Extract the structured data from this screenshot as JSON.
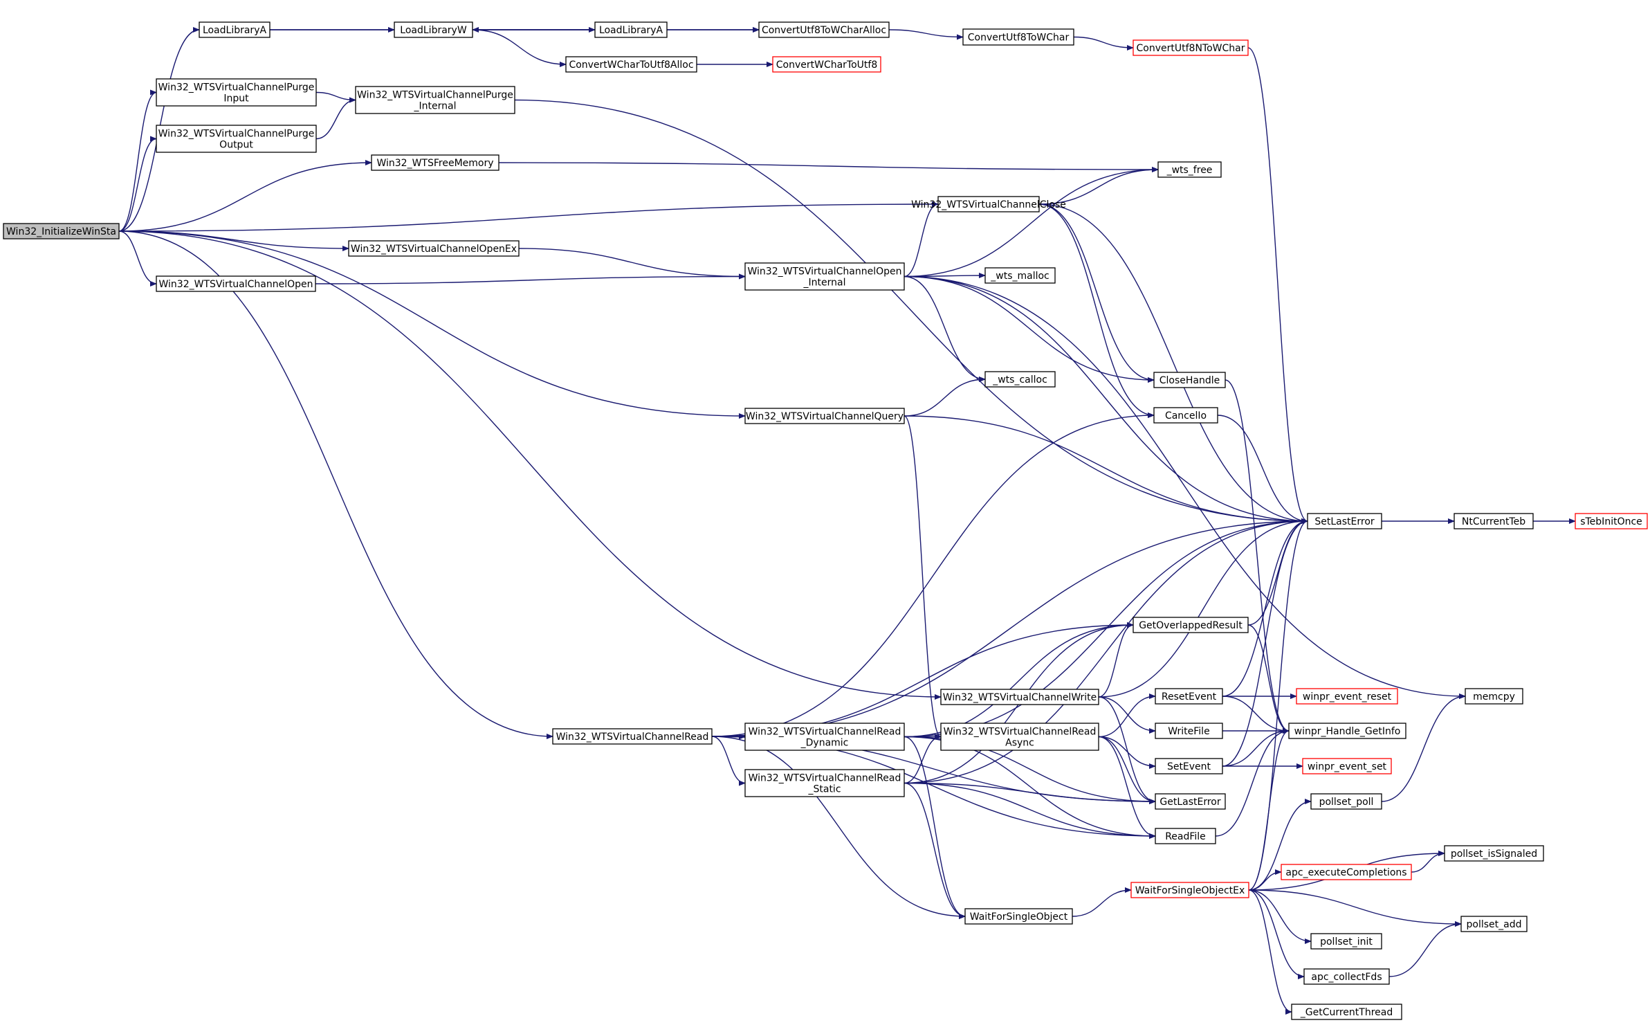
{
  "colors": {
    "edge": "#191970",
    "node_border": "#000000",
    "node_border_incomplete": "#ff0000",
    "root_fill": "#bfbfbf"
  },
  "nodes": [
    {
      "id": "root",
      "lines": [
        "Win32_InitializeWinSta"
      ],
      "root": true
    },
    {
      "id": "loadA1",
      "lines": [
        "LoadLibraryA"
      ]
    },
    {
      "id": "loadW",
      "lines": [
        "LoadLibraryW"
      ]
    },
    {
      "id": "loadA2",
      "lines": [
        "LoadLibraryA"
      ]
    },
    {
      "id": "cu8wca",
      "lines": [
        "ConvertUtf8ToWCharAlloc"
      ]
    },
    {
      "id": "cu8wc",
      "lines": [
        "ConvertUtf8ToWChar"
      ]
    },
    {
      "id": "cu8nwc",
      "lines": [
        "ConvertUtf8NToWChar"
      ],
      "incomplete": true
    },
    {
      "id": "cwcu8a",
      "lines": [
        "ConvertWCharToUtf8Alloc"
      ]
    },
    {
      "id": "cwcu8",
      "lines": [
        "ConvertWCharToUtf8"
      ],
      "incomplete": true
    },
    {
      "id": "purgeIn",
      "lines": [
        "Win32_WTSVirtualChannelPurge",
        "Input"
      ]
    },
    {
      "id": "purgeOut",
      "lines": [
        "Win32_WTSVirtualChannelPurge",
        "Output"
      ]
    },
    {
      "id": "purgeInt",
      "lines": [
        "Win32_WTSVirtualChannelPurge",
        "_Internal"
      ]
    },
    {
      "id": "freeMem",
      "lines": [
        "Win32_WTSFreeMemory"
      ]
    },
    {
      "id": "wtsFree",
      "lines": [
        "_wts_free"
      ]
    },
    {
      "id": "vcClose",
      "lines": [
        "Win32_WTSVirtualChannelClose"
      ]
    },
    {
      "id": "openEx",
      "lines": [
        "Win32_WTSVirtualChannelOpenEx"
      ]
    },
    {
      "id": "open",
      "lines": [
        "Win32_WTSVirtualChannelOpen"
      ]
    },
    {
      "id": "openInt",
      "lines": [
        "Win32_WTSVirtualChannelOpen",
        "_Internal"
      ]
    },
    {
      "id": "wtsMalloc",
      "lines": [
        "_wts_malloc"
      ]
    },
    {
      "id": "wtsCalloc",
      "lines": [
        "_wts_calloc"
      ]
    },
    {
      "id": "closeHandle",
      "lines": [
        "CloseHandle"
      ]
    },
    {
      "id": "cancelIo",
      "lines": [
        "CancelIo"
      ]
    },
    {
      "id": "query",
      "lines": [
        "Win32_WTSVirtualChannelQuery"
      ]
    },
    {
      "id": "setLastError",
      "lines": [
        "SetLastError"
      ]
    },
    {
      "id": "ntTeb",
      "lines": [
        "NtCurrentTeb"
      ]
    },
    {
      "id": "sTeb",
      "lines": [
        "sTebInitOnce"
      ],
      "incomplete": true
    },
    {
      "id": "getOvl",
      "lines": [
        "GetOverlappedResult"
      ]
    },
    {
      "id": "vcWrite",
      "lines": [
        "Win32_WTSVirtualChannelWrite"
      ]
    },
    {
      "id": "vcRead",
      "lines": [
        "Win32_WTSVirtualChannelRead"
      ]
    },
    {
      "id": "readDyn",
      "lines": [
        "Win32_WTSVirtualChannelRead",
        "_Dynamic"
      ]
    },
    {
      "id": "readStat",
      "lines": [
        "Win32_WTSVirtualChannelRead",
        "_Static"
      ]
    },
    {
      "id": "readAsync",
      "lines": [
        "Win32_WTSVirtualChannelRead",
        "Async"
      ]
    },
    {
      "id": "resetEvent",
      "lines": [
        "ResetEvent"
      ]
    },
    {
      "id": "writeFile",
      "lines": [
        "WriteFile"
      ]
    },
    {
      "id": "setEvent",
      "lines": [
        "SetEvent"
      ]
    },
    {
      "id": "getLastError",
      "lines": [
        "GetLastError"
      ]
    },
    {
      "id": "readFile",
      "lines": [
        "ReadFile"
      ]
    },
    {
      "id": "winprReset",
      "lines": [
        "winpr_event_reset"
      ],
      "incomplete": true
    },
    {
      "id": "winprHandle",
      "lines": [
        "winpr_Handle_GetInfo"
      ]
    },
    {
      "id": "winprSet",
      "lines": [
        "winpr_event_set"
      ],
      "incomplete": true
    },
    {
      "id": "memcpy",
      "lines": [
        "memcpy"
      ]
    },
    {
      "id": "pollsetPoll",
      "lines": [
        "pollset_poll"
      ]
    },
    {
      "id": "pollsetSig",
      "lines": [
        "pollset_isSignaled"
      ]
    },
    {
      "id": "apcExec",
      "lines": [
        "apc_executeCompletions"
      ],
      "incomplete": true
    },
    {
      "id": "wfsoEx",
      "lines": [
        "WaitForSingleObjectEx"
      ],
      "incomplete": true
    },
    {
      "id": "wfso",
      "lines": [
        "WaitForSingleObject"
      ]
    },
    {
      "id": "pollsetAdd",
      "lines": [
        "pollset_add"
      ]
    },
    {
      "id": "pollsetInit",
      "lines": [
        "pollset_init"
      ]
    },
    {
      "id": "apcCollect",
      "lines": [
        "apc_collectFds"
      ]
    },
    {
      "id": "getThread",
      "lines": [
        "_GetCurrentThread"
      ]
    }
  ],
  "edges": [
    [
      "root",
      "loadA1"
    ],
    [
      "root",
      "purgeIn"
    ],
    [
      "root",
      "purgeOut"
    ],
    [
      "root",
      "freeMem"
    ],
    [
      "root",
      "vcClose"
    ],
    [
      "root",
      "openEx"
    ],
    [
      "root",
      "open"
    ],
    [
      "root",
      "query"
    ],
    [
      "root",
      "vcWrite"
    ],
    [
      "root",
      "vcRead"
    ],
    [
      "loadA1",
      "loadW"
    ],
    [
      "loadA1",
      "cu8wca"
    ],
    [
      "loadW",
      "loadA2"
    ],
    [
      "loadW",
      "cwcu8a"
    ],
    [
      "loadA2",
      "loadW"
    ],
    [
      "loadA2",
      "cu8wca"
    ],
    [
      "cu8wca",
      "cu8wc"
    ],
    [
      "cu8wc",
      "cu8nwc"
    ],
    [
      "cu8nwc",
      "setLastError"
    ],
    [
      "cwcu8a",
      "cwcu8"
    ],
    [
      "purgeIn",
      "purgeInt"
    ],
    [
      "purgeOut",
      "purgeInt"
    ],
    [
      "purgeInt",
      "setLastError"
    ],
    [
      "freeMem",
      "wtsFree"
    ],
    [
      "vcClose",
      "wtsFree"
    ],
    [
      "vcClose",
      "closeHandle"
    ],
    [
      "vcClose",
      "cancelIo"
    ],
    [
      "vcClose",
      "setLastError"
    ],
    [
      "openEx",
      "openInt"
    ],
    [
      "open",
      "openInt"
    ],
    [
      "openInt",
      "wtsFree"
    ],
    [
      "openInt",
      "vcClose"
    ],
    [
      "openInt",
      "wtsMalloc"
    ],
    [
      "openInt",
      "wtsCalloc"
    ],
    [
      "openInt",
      "closeHandle"
    ],
    [
      "openInt",
      "memcpy"
    ],
    [
      "openInt",
      "setLastError"
    ],
    [
      "query",
      "wtsCalloc"
    ],
    [
      "query",
      "setLastError"
    ],
    [
      "query",
      "readAsync"
    ],
    [
      "closeHandle",
      "winprHandle"
    ],
    [
      "cancelIo",
      "setLastError"
    ],
    [
      "setLastError",
      "ntTeb"
    ],
    [
      "ntTeb",
      "sTeb"
    ],
    [
      "vcWrite",
      "getOvl"
    ],
    [
      "vcWrite",
      "setLastError"
    ],
    [
      "vcWrite",
      "getLastError"
    ],
    [
      "vcWrite",
      "writeFile"
    ],
    [
      "vcRead",
      "cancelIo"
    ],
    [
      "vcRead",
      "setLastError"
    ],
    [
      "vcRead",
      "getOvl"
    ],
    [
      "vcRead",
      "readDyn"
    ],
    [
      "vcRead",
      "readStat"
    ],
    [
      "vcRead",
      "wfso"
    ],
    [
      "vcRead",
      "getLastError"
    ],
    [
      "vcRead",
      "readFile"
    ],
    [
      "readDyn",
      "setLastError"
    ],
    [
      "readDyn",
      "getOvl"
    ],
    [
      "readDyn",
      "readAsync"
    ],
    [
      "readDyn",
      "getLastError"
    ],
    [
      "readDyn",
      "readFile"
    ],
    [
      "readDyn",
      "wfso"
    ],
    [
      "readStat",
      "setLastError"
    ],
    [
      "readStat",
      "getOvl"
    ],
    [
      "readStat",
      "readAsync"
    ],
    [
      "readStat",
      "getLastError"
    ],
    [
      "readStat",
      "readFile"
    ],
    [
      "readStat",
      "wfso"
    ],
    [
      "readAsync",
      "resetEvent"
    ],
    [
      "readAsync",
      "setEvent"
    ],
    [
      "readAsync",
      "getLastError"
    ],
    [
      "readAsync",
      "readFile"
    ],
    [
      "getOvl",
      "setLastError"
    ],
    [
      "getOvl",
      "winprHandle"
    ],
    [
      "resetEvent",
      "winprReset"
    ],
    [
      "resetEvent",
      "winprHandle"
    ],
    [
      "resetEvent",
      "setLastError"
    ],
    [
      "writeFile",
      "winprHandle"
    ],
    [
      "setEvent",
      "winprSet"
    ],
    [
      "setEvent",
      "winprHandle"
    ],
    [
      "setEvent",
      "setLastError"
    ],
    [
      "readFile",
      "winprHandle"
    ],
    [
      "wfso",
      "wfsoEx"
    ],
    [
      "wfsoEx",
      "setLastError"
    ],
    [
      "wfsoEx",
      "winprHandle"
    ],
    [
      "wfsoEx",
      "pollsetPoll"
    ],
    [
      "wfsoEx",
      "pollsetSig"
    ],
    [
      "wfsoEx",
      "apcExec"
    ],
    [
      "wfsoEx",
      "pollsetAdd"
    ],
    [
      "wfsoEx",
      "pollsetInit"
    ],
    [
      "wfsoEx",
      "apcCollect"
    ],
    [
      "wfsoEx",
      "getThread"
    ],
    [
      "apcExec",
      "pollsetSig"
    ],
    [
      "apcCollect",
      "pollsetAdd"
    ],
    [
      "pollsetPoll",
      "memcpy"
    ]
  ]
}
